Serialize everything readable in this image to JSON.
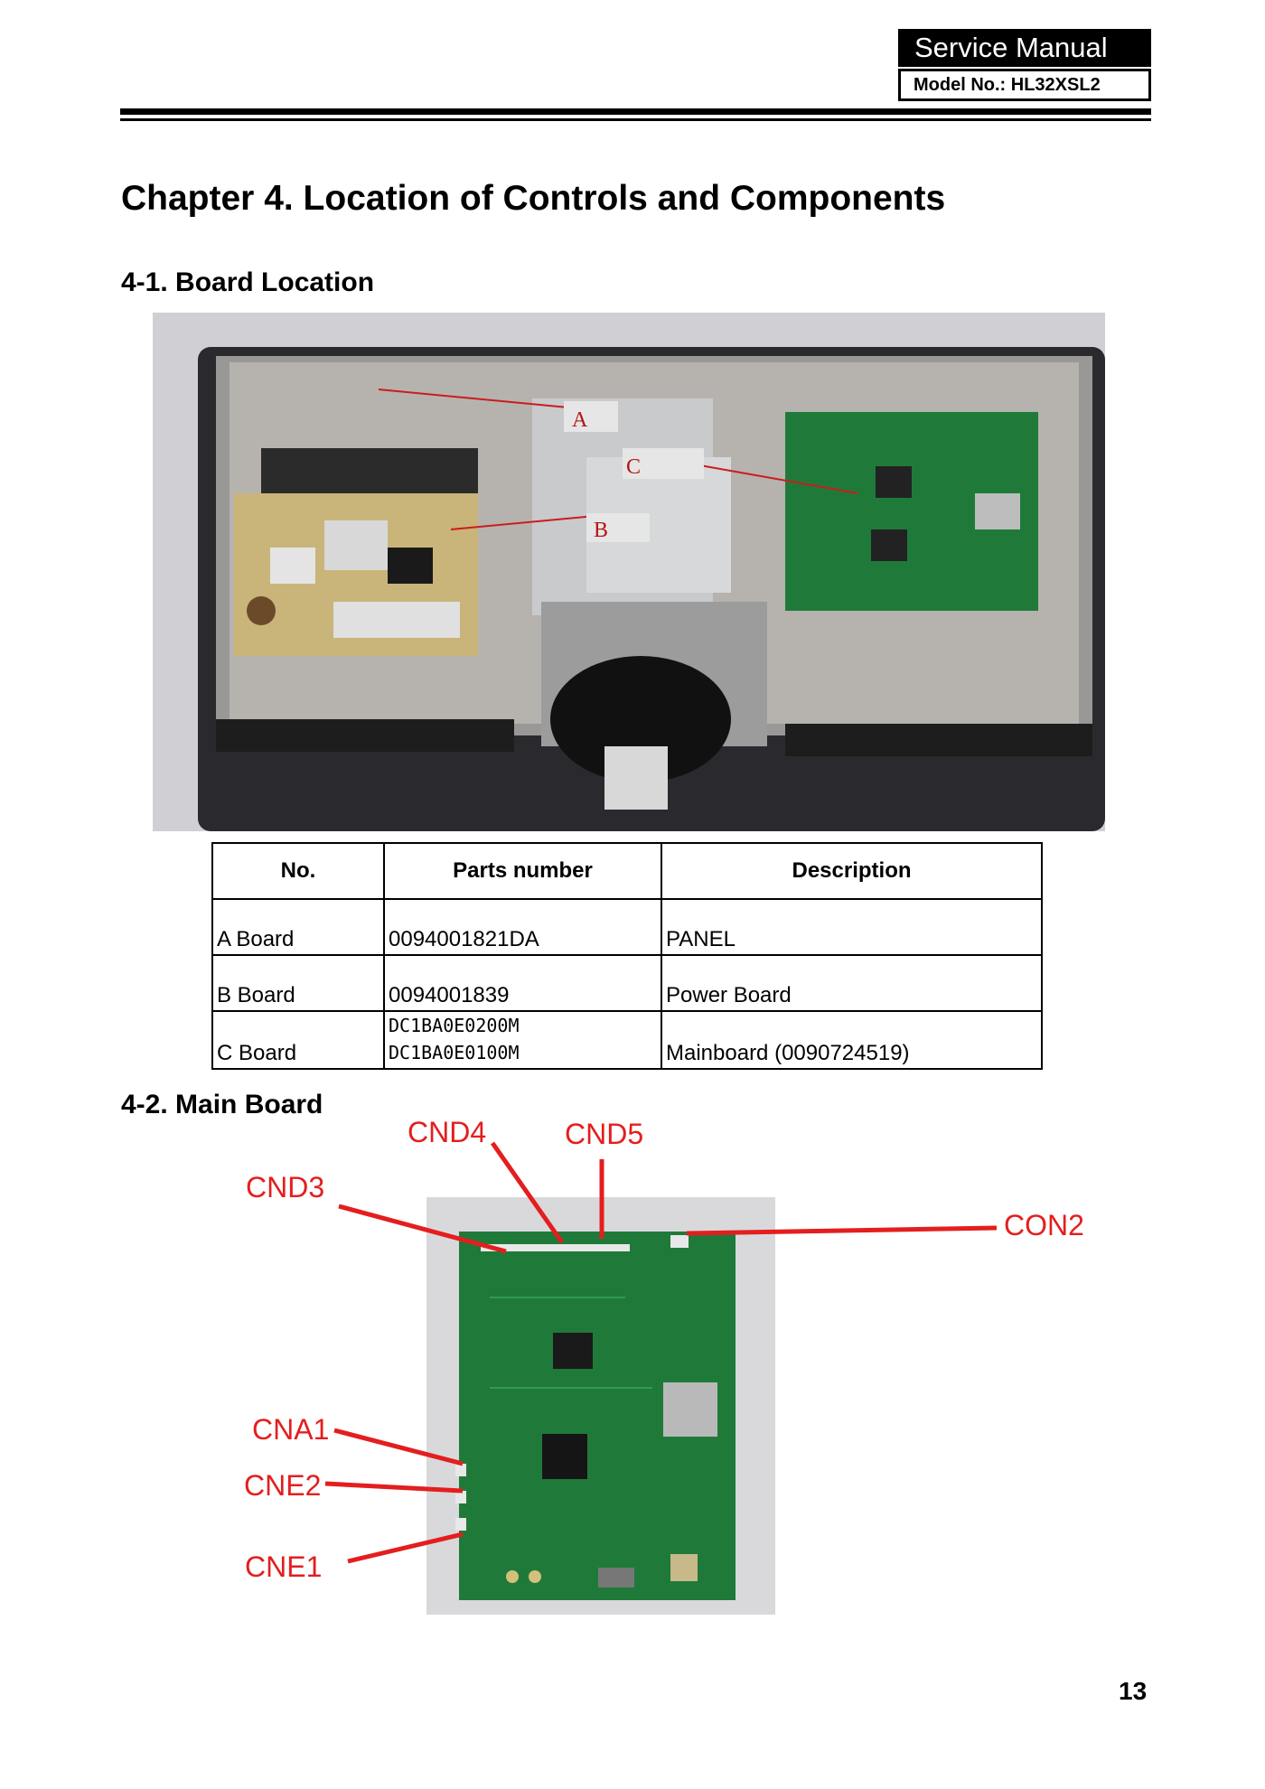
{
  "header": {
    "title": "Service Manual",
    "model": "Model No.: HL32XSL2"
  },
  "chapter_title": "Chapter 4. Location of Controls and Components",
  "section1": {
    "title": "4-1. Board Location",
    "photo_labels": [
      "A",
      "C",
      "B"
    ]
  },
  "parts_table": {
    "headers": [
      "No.",
      "Parts number",
      "Description"
    ],
    "rows": [
      {
        "no": "A  Board",
        "part": "0094001821DA",
        "desc": "PANEL"
      },
      {
        "no": "B  Board",
        "part": "0094001839",
        "desc": "Power Board"
      },
      {
        "no": "C  Board",
        "part_lines": [
          "DC1BA0E0200M",
          "DC1BA0E0100M"
        ],
        "desc": "Mainboard (0090724519)"
      }
    ]
  },
  "section2": {
    "title": "4-2. Main Board",
    "callouts": [
      "CND4",
      "CND5",
      "CND3",
      "CON2",
      "CNA1",
      "CNE2",
      "CNE1"
    ]
  },
  "page_number": "13",
  "colors": {
    "callout": "#e41e1e",
    "pcb": "#1f7a3a",
    "photo_bg": "#cfcfd4"
  }
}
